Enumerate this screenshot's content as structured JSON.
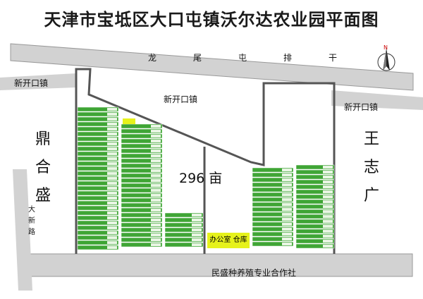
{
  "title": "天津市宝坻区大口屯镇沃尔达农业园平面图",
  "road_top": "龙尾屯排干",
  "town_left": "新开口镇",
  "town_center": "新开口镇",
  "town_right": "新开口镇",
  "village_left": "鼎合盛",
  "village_right": "王志广",
  "road_left": "大新路",
  "area_label": "296 亩",
  "office_label": "办公室 仓库",
  "coop_label": "民盛种养殖专业合作社",
  "compass_label": "N",
  "colors": {
    "greenhouse": "#3fa535",
    "road": "#d2d2d2",
    "outline": "#555555",
    "office": "#e6f21b"
  }
}
